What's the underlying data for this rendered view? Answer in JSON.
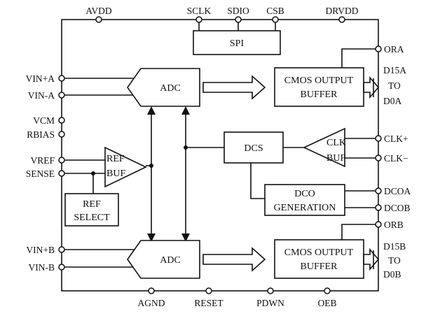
{
  "pins": {
    "top": [
      "AVDD",
      "SCLK",
      "SDIO",
      "CSB",
      "DRVDD"
    ],
    "left": [
      "VIN+A",
      "VIN-A",
      "VCM",
      "RBIAS",
      "VREF",
      "SENSE",
      "VIN+B",
      "VIN-B"
    ],
    "right": [
      "ORA",
      "D15A",
      "TO",
      "D0A",
      "CLK+",
      "CLK−",
      "DCOA",
      "DCOB",
      "ORB",
      "D15B",
      "TO",
      "D0B"
    ],
    "bottom": [
      "AGND",
      "RESET",
      "PDWN",
      "OEB"
    ]
  },
  "blocks": {
    "spi": "SPI",
    "adc_a": "ADC",
    "adc_b": "ADC",
    "cmos_a_line1": "CMOS OUTPUT",
    "cmos_a_line2": "BUFFER",
    "cmos_b_line1": "CMOS OUTPUT",
    "cmos_b_line2": "BUFFER",
    "dcs": "DCS",
    "clk_buf_line1": "CLK",
    "clk_buf_line2": "BUF",
    "ref_buf_line1": "REF",
    "ref_buf_line2": "BUF",
    "ref_select_line1": "REF",
    "ref_select_line2": "SELECT",
    "dco_gen_line1": "DCO",
    "dco_gen_line2": "GENERATION"
  }
}
